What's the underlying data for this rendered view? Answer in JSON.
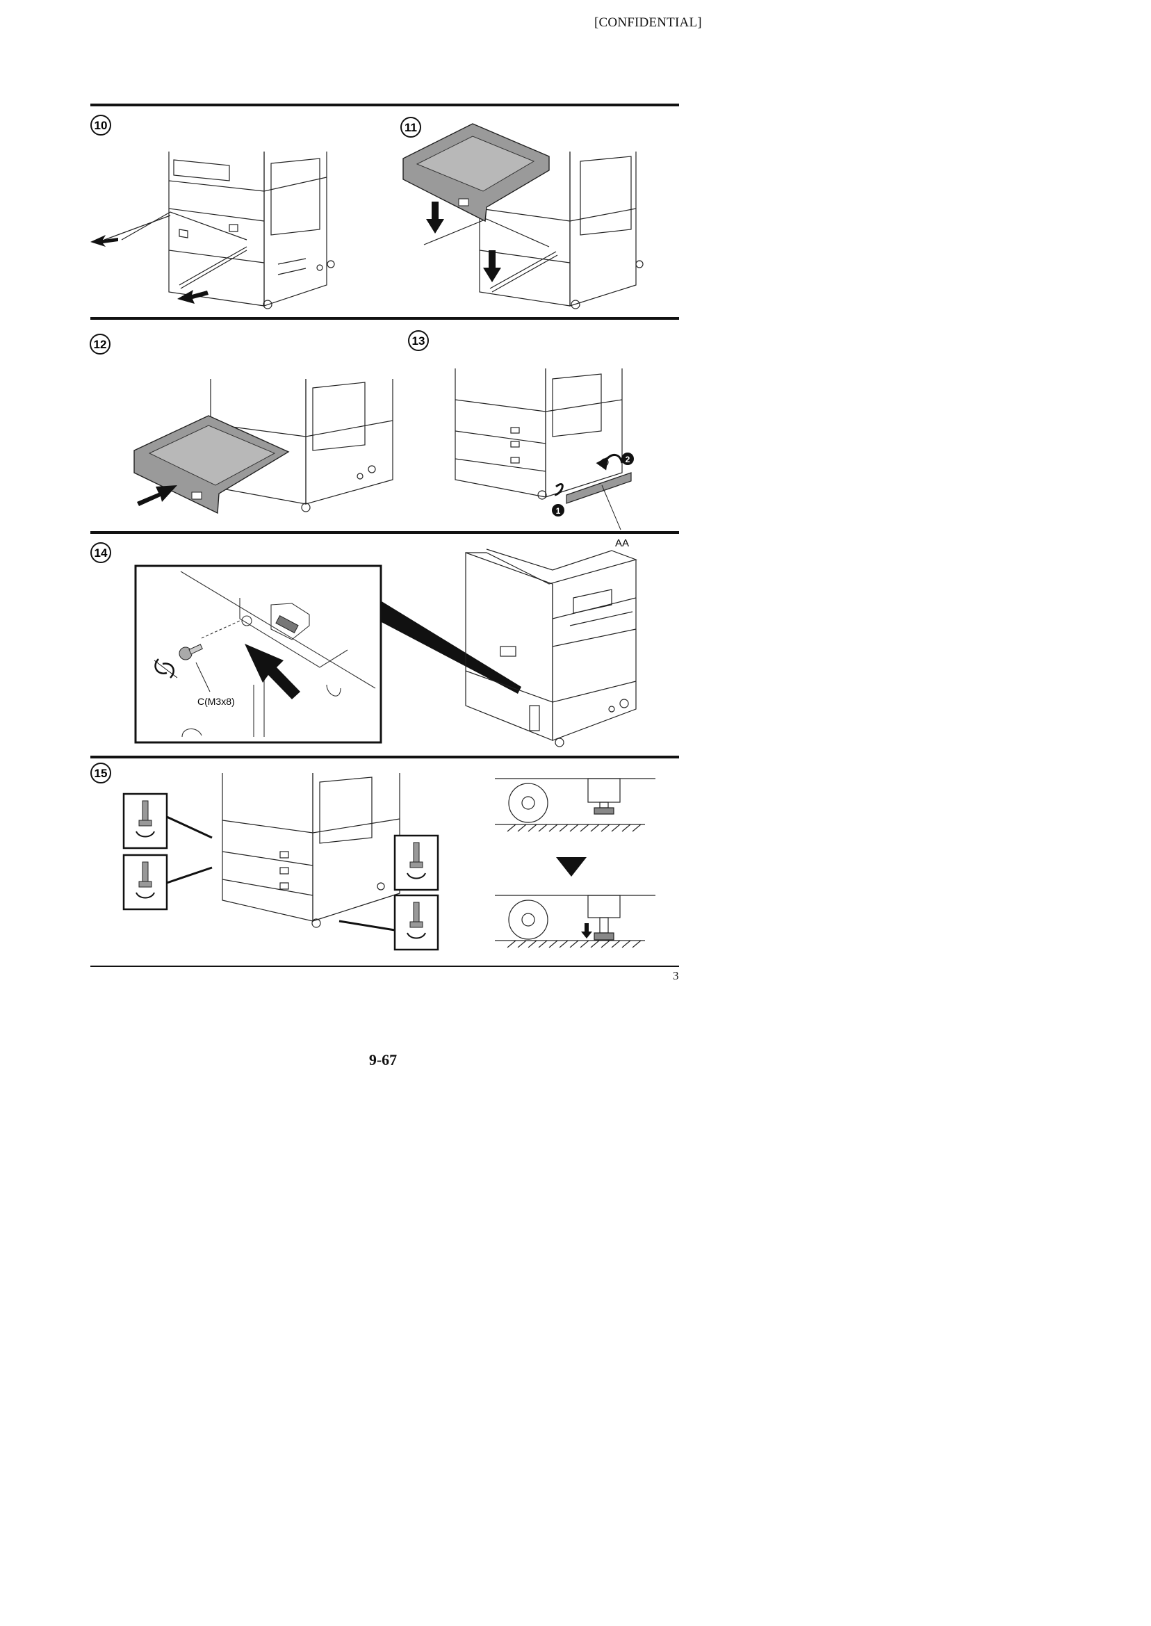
{
  "header": {
    "label": "[CONFIDENTIAL]"
  },
  "steps": [
    {
      "number": "10"
    },
    {
      "number": "11"
    },
    {
      "number": "12"
    },
    {
      "number": "13"
    },
    {
      "number": "14"
    },
    {
      "number": "15"
    }
  ],
  "callouts": {
    "part_label_aa": "AA",
    "screw_label": "C(M3x8)",
    "order_1": "1",
    "order_2": "2"
  },
  "footer": {
    "sheet_number": "3",
    "page_number": "9-67"
  }
}
